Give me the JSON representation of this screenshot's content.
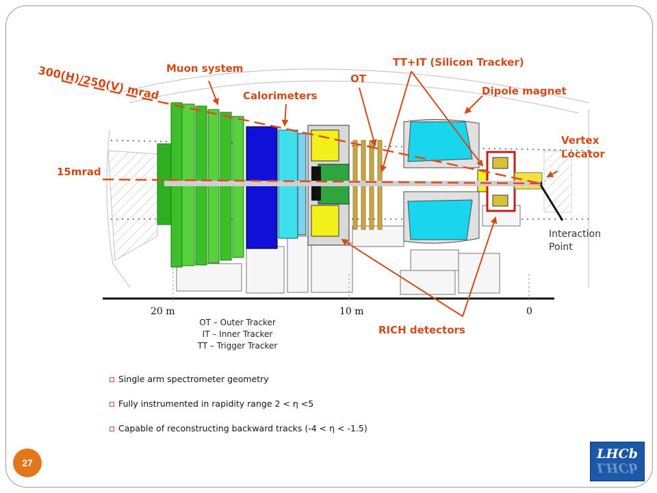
{
  "labels": {
    "angle_large": "300(H)/250(V) mrad",
    "angle_small": "15mrad",
    "muon": "Muon system",
    "calorimeters": "Calorimeters",
    "ot": "OT",
    "tt_it": "TT+IT (Silicon Tracker)",
    "dipole": "Dipole magnet",
    "vertex_line1": "Vertex",
    "vertex_line2": "Locator",
    "interaction_line1": "Interaction",
    "interaction_line2": "Point",
    "rich": "RICH detectors"
  },
  "axis": {
    "ticks": [
      "20 m",
      "10 m",
      "0"
    ]
  },
  "legend": [
    "OT – Outer Tracker",
    "IT – Inner Tracker",
    "TT – Trigger Tracker"
  ],
  "bullets": [
    "Single arm spectrometer geometry",
    "Fully instrumented in rapidity range 2 < η  <5",
    "Capable of reconstructing backward tracks (-4 < η < -1.5)"
  ],
  "page_number": "27",
  "logo": {
    "text": "LHCb"
  },
  "colors": {
    "accent": "#d24a17",
    "muon_green": "#3dbf2a",
    "calorimeter_blue": "#1010d8",
    "calorimeter_cyan": "#3fe0ee",
    "tracker_yellow": "#f4f01c",
    "magnet_cyan": "#19d6ee",
    "page_badge": "#e2761b",
    "logo_blue": "#1b59a8"
  }
}
